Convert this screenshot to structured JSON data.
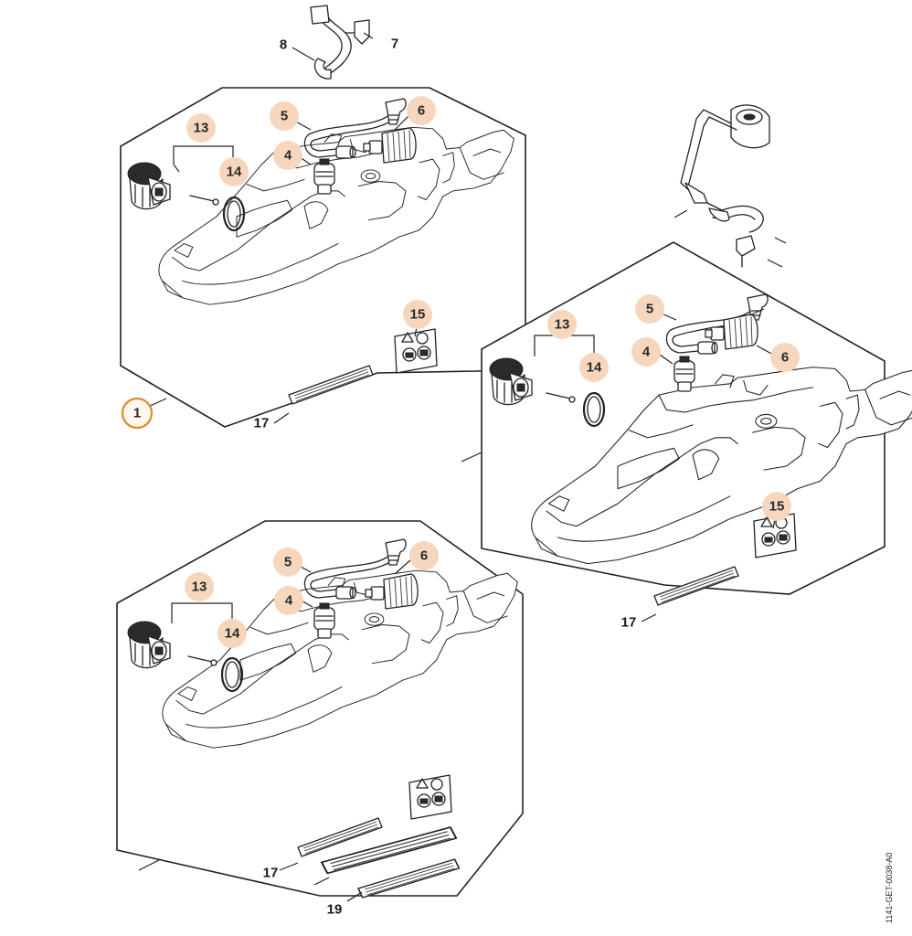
{
  "document_number": "1141-GET-0038-A0",
  "callouts": {
    "c1": "1",
    "c4": "4",
    "c5": "5",
    "c6": "6",
    "c7": "7",
    "c8": "8",
    "c13": "13",
    "c14": "14",
    "c15": "15",
    "c17": "17",
    "c19": "19"
  },
  "colors": {
    "callout_fill": "#f6d7bd",
    "highlight_ring": "#e0892a",
    "line": "#222222"
  }
}
